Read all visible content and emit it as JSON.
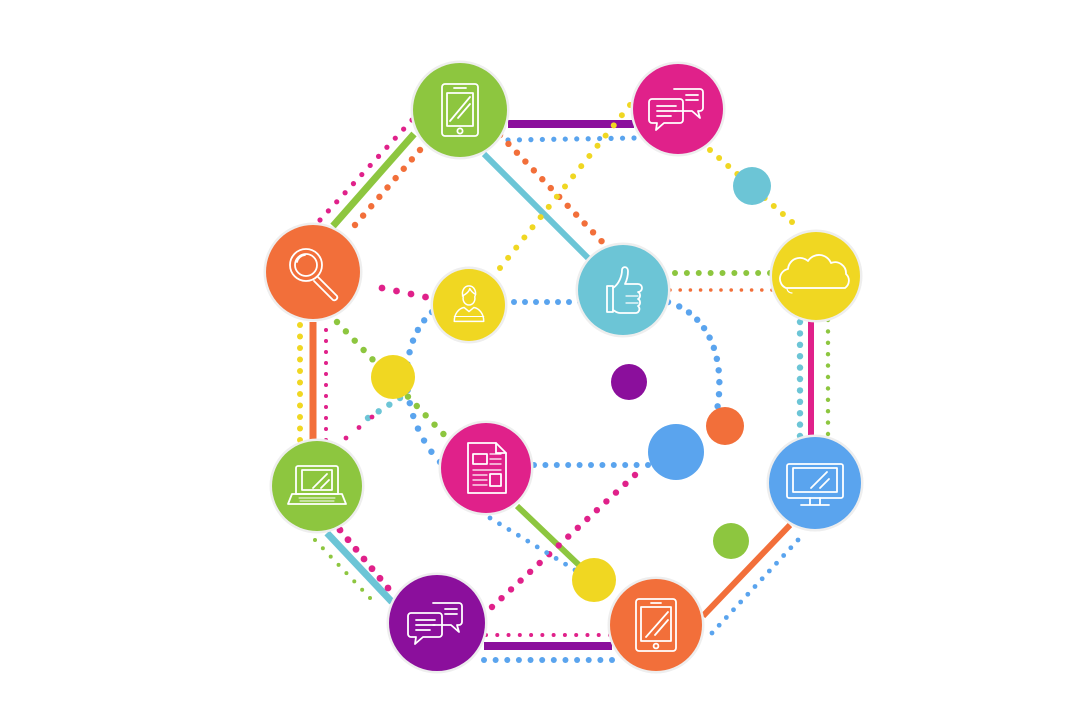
{
  "colors": {
    "green": "#8dc63f",
    "magenta": "#e0218a",
    "orange": "#f26f3a",
    "cyan": "#6cc5d6",
    "yellow": "#f0d722",
    "purple": "#8b0f9c",
    "blue": "#5aa4ee",
    "white": "#ffffff",
    "ring": "#eeeeee"
  },
  "nodes": [
    {
      "id": "phone",
      "icon": "smartphone-icon",
      "color": "green"
    },
    {
      "id": "chat-top",
      "icon": "chat-bubbles-icon",
      "color": "magenta"
    },
    {
      "id": "cloud",
      "icon": "cloud-icon",
      "color": "yellow"
    },
    {
      "id": "monitor",
      "icon": "monitor-icon",
      "color": "blue"
    },
    {
      "id": "tablet",
      "icon": "tablet-icon",
      "color": "orange"
    },
    {
      "id": "chat-bottom",
      "icon": "chat-bubbles-icon",
      "color": "purple"
    },
    {
      "id": "laptop",
      "icon": "laptop-icon",
      "color": "green"
    },
    {
      "id": "search",
      "icon": "magnifier-icon",
      "color": "orange"
    },
    {
      "id": "thumbs-up",
      "icon": "thumbs-up-icon",
      "color": "cyan"
    },
    {
      "id": "user",
      "icon": "user-icon",
      "color": "yellow"
    },
    {
      "id": "document",
      "icon": "document-icon",
      "color": "magenta"
    }
  ],
  "dots": [
    {
      "id": "dot-cyan",
      "color": "cyan"
    },
    {
      "id": "dot-purple",
      "color": "purple"
    },
    {
      "id": "dot-orange",
      "color": "orange"
    },
    {
      "id": "dot-blue",
      "color": "blue"
    },
    {
      "id": "dot-green",
      "color": "green"
    },
    {
      "id": "dot-yellow-left",
      "color": "yellow"
    },
    {
      "id": "dot-yellow-bottom",
      "color": "yellow"
    }
  ]
}
